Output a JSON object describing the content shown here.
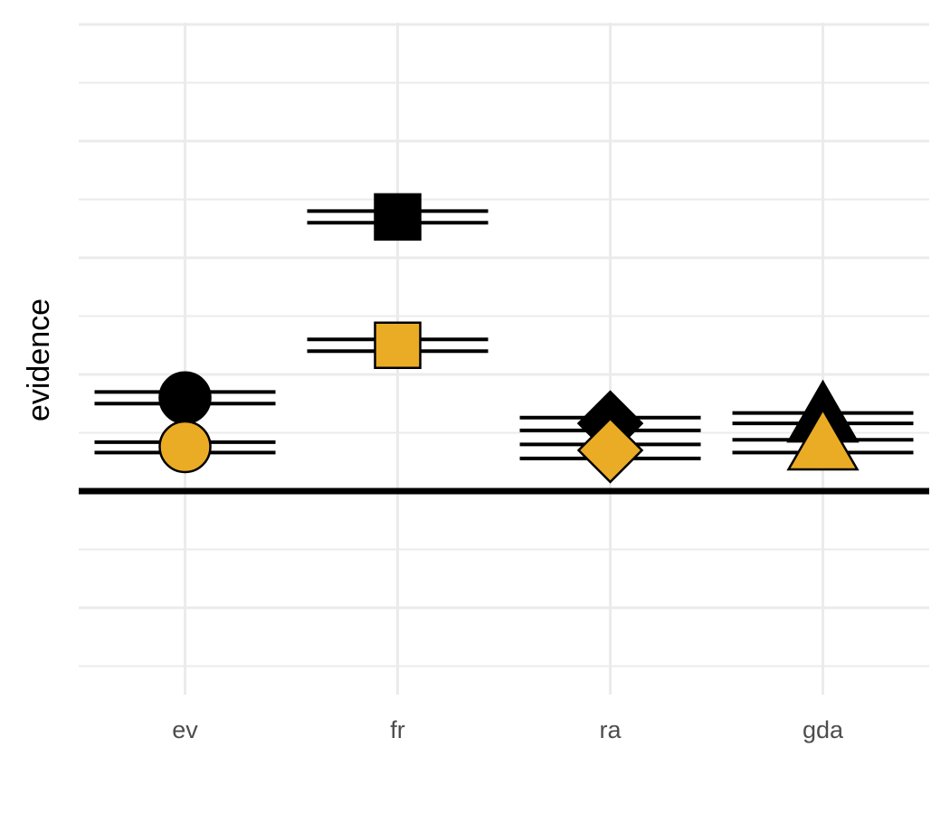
{
  "chart_data": {
    "type": "point-range",
    "title": "",
    "xlabel": "",
    "ylabel": "evidence",
    "categories": [
      "ev",
      "fr",
      "ra",
      "gda"
    ],
    "ylim": [
      -1.75,
      4.0
    ],
    "y_ticks_visible": false,
    "grid": true,
    "reference_line_y": 0,
    "legend": "none",
    "series": [
      {
        "color": "#000000",
        "points": [
          {
            "category": "ev",
            "shape": "circle",
            "value": 0.8,
            "interval_low": 0.75,
            "interval_high": 0.85
          },
          {
            "category": "fr",
            "shape": "square",
            "value": 2.35,
            "interval_low": 2.3,
            "interval_high": 2.4
          },
          {
            "category": "ra",
            "shape": "diamond",
            "value": 0.58,
            "interval_low": 0.52,
            "interval_high": 0.63
          },
          {
            "category": "gda",
            "shape": "triangle",
            "value": 0.62,
            "interval_low": 0.58,
            "interval_high": 0.67
          }
        ]
      },
      {
        "color": "#EBAC25",
        "points": [
          {
            "category": "ev",
            "shape": "circle",
            "value": 0.38,
            "interval_low": 0.33,
            "interval_high": 0.42
          },
          {
            "category": "fr",
            "shape": "square",
            "value": 1.25,
            "interval_low": 1.2,
            "interval_high": 1.3
          },
          {
            "category": "ra",
            "shape": "diamond",
            "value": 0.35,
            "interval_low": 0.28,
            "interval_high": 0.4
          },
          {
            "category": "gda",
            "shape": "triangle",
            "value": 0.38,
            "interval_low": 0.33,
            "interval_high": 0.44
          }
        ]
      }
    ]
  }
}
